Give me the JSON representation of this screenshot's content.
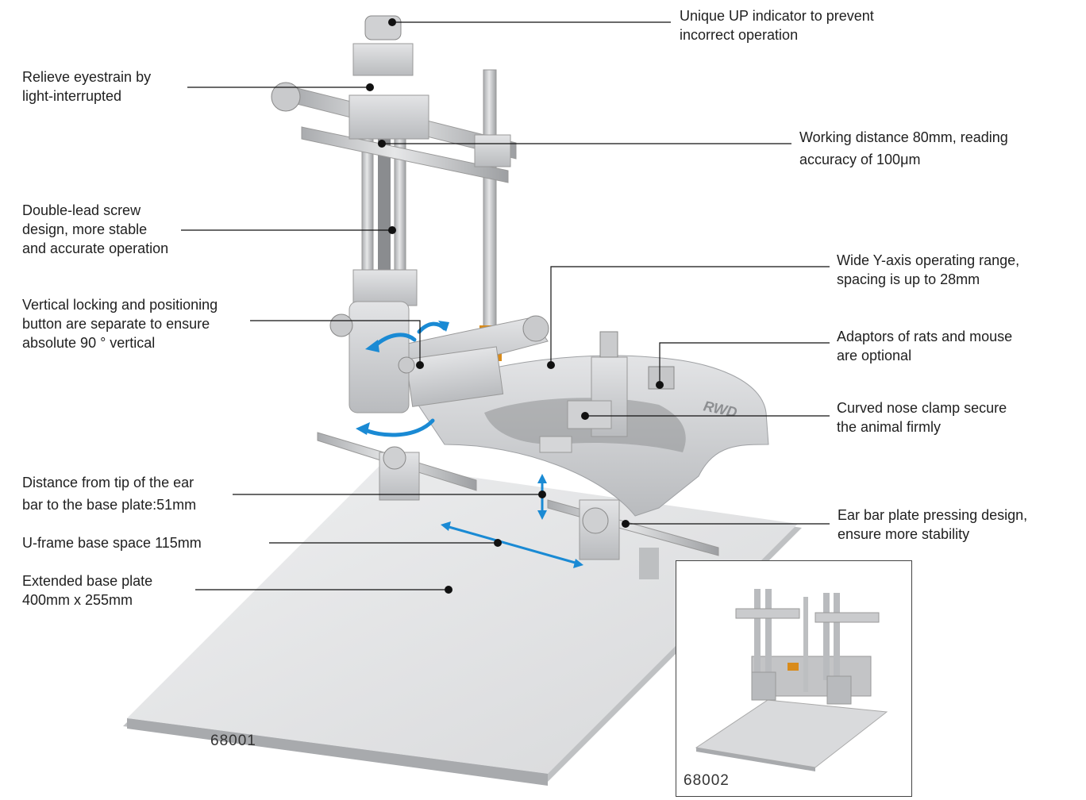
{
  "callouts": [
    {
      "id": "up-indicator",
      "lines": [
        "Unique UP indicator to prevent",
        "incorrect operation"
      ]
    },
    {
      "id": "eyestrain",
      "lines": [
        "Relieve eyestrain by",
        "light-interrupted"
      ]
    },
    {
      "id": "working-distance",
      "lines": [
        "Working distance 80mm, reading",
        "accuracy of 100μm"
      ]
    },
    {
      "id": "double-lead",
      "lines": [
        "Double-lead screw",
        "design, more stable",
        "and accurate operation"
      ]
    },
    {
      "id": "y-axis",
      "lines": [
        "Wide Y-axis operating range,",
        "spacing is up to 28mm"
      ]
    },
    {
      "id": "vertical-lock",
      "lines": [
        "Vertical locking and positioning",
        "button are separate to ensure",
        "absolute 90 ° vertical"
      ]
    },
    {
      "id": "adaptors",
      "lines": [
        "Adaptors of rats and mouse",
        "are optional"
      ]
    },
    {
      "id": "nose-clamp",
      "lines": [
        "Curved nose clamp secure",
        "the animal firmly"
      ]
    },
    {
      "id": "ear-bar-distance",
      "lines": [
        "Distance from tip of the ear",
        "bar to the base plate:51mm"
      ]
    },
    {
      "id": "ear-bar-plate",
      "lines": [
        "Ear bar plate pressing design,",
        "ensure more stability"
      ]
    },
    {
      "id": "u-frame",
      "lines": [
        "U-frame base space 115mm"
      ]
    },
    {
      "id": "base-plate",
      "lines": [
        "Extended base plate",
        "400mm x 255mm"
      ]
    }
  ],
  "models": {
    "main": "68001",
    "inset": "68002"
  },
  "brand_mark": "RWD",
  "colors": {
    "arrow": "#1a8ad4",
    "accent": "#d98b1a",
    "metal": "#c9cacc",
    "line": "#111111"
  }
}
